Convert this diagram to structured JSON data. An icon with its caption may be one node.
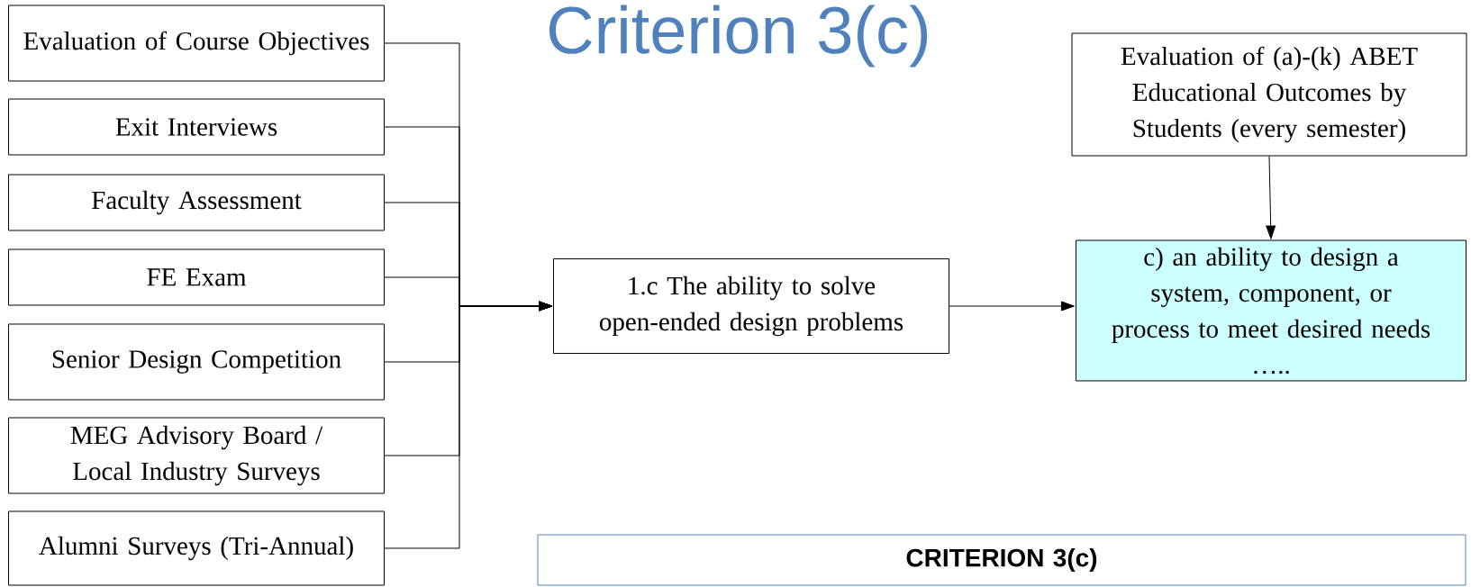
{
  "diagram": {
    "title": "Criterion 3(c)",
    "nodes": [
      {
        "text": [
          "Evaluation of Course Objectives"
        ]
      },
      {
        "text": [
          "Exit Interviews"
        ]
      },
      {
        "text": [
          "Faculty Assessment"
        ]
      },
      {
        "text": [
          "FE Exam"
        ]
      },
      {
        "text": [
          "Senior Design Competition"
        ]
      },
      {
        "text": [
          "MEG Advisory Board / Local Industry Surveys"
        ]
      },
      {
        "text": [
          "Alumni Surveys (Tri-Annual)"
        ]
      },
      {
        "text": [
          "1.c The ability to solve open-ended design problems"
        ]
      },
      {
        "text": [
          "Evaluation of (a)-(k) ABET Educational Outcomes by Students (every semester)"
        ]
      },
      {
        "text": [
          "c) an ability to design a system, component, or process to meet desired needs",
          "….."
        ]
      },
      {
        "text": [
          "CRITERION 3(c)"
        ]
      }
    ],
    "edges": [
      {
        "from": 0,
        "to": 7,
        "arrow": "to"
      },
      {
        "from": 1,
        "to": 7,
        "arrow": "to"
      },
      {
        "from": 2,
        "to": 7,
        "arrow": "to"
      },
      {
        "from": 3,
        "to": 7,
        "arrow": "to"
      },
      {
        "from": 4,
        "to": 7,
        "arrow": "to"
      },
      {
        "from": 5,
        "to": 7,
        "arrow": "to"
      },
      {
        "from": 6,
        "to": 7,
        "arrow": "to"
      },
      {
        "from": 7,
        "to": 9,
        "arrow": "to"
      },
      {
        "from": 8,
        "to": 9,
        "arrow": "to"
      }
    ]
  }
}
